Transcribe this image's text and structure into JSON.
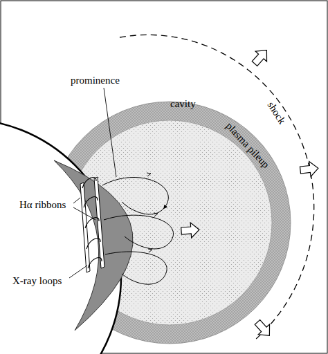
{
  "diagram": {
    "labels": [
      "prominence",
      "cavity",
      "plasma pileup",
      "shock",
      "Hα ribbons",
      "X-ray loops"
    ]
  }
}
